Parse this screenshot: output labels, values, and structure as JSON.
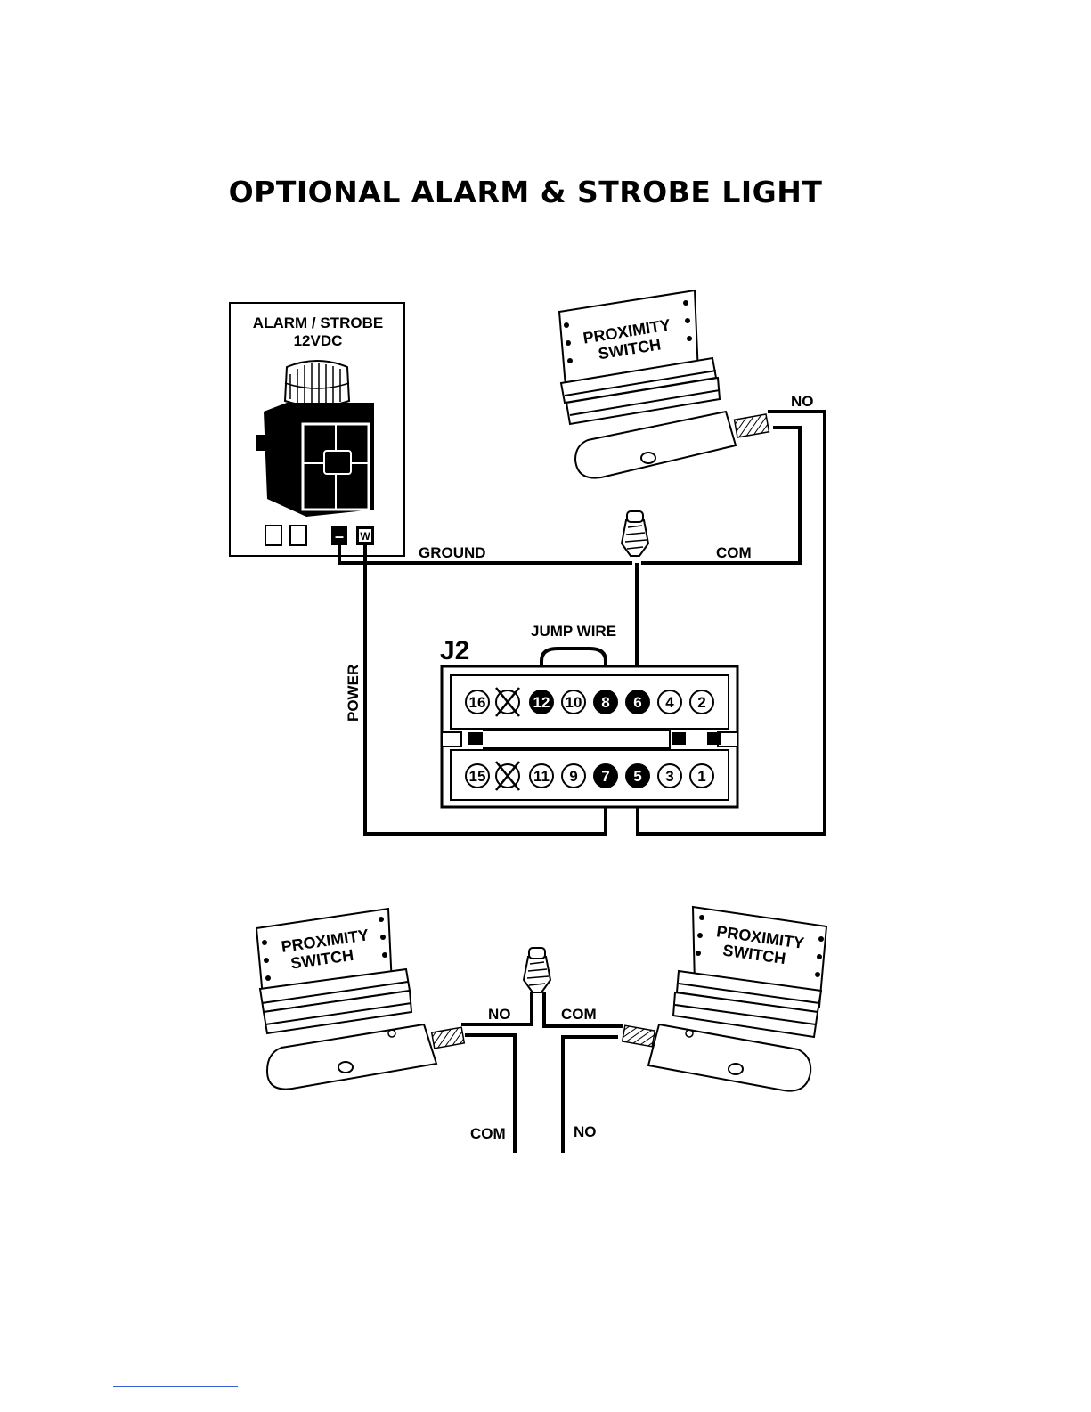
{
  "title": "OPTIONAL ALARM & STROBE LIGHT",
  "alarm_box": {
    "label_line1": "ALARM / STROBE",
    "label_line2": "12VDC",
    "terminal_neg": "–",
    "terminal_w": "W"
  },
  "proximity_switch": {
    "line1": "PROXIMITY",
    "line2": "SWITCH"
  },
  "wire_labels": {
    "ground": "GROUND",
    "com_top": "COM",
    "no_top": "NO",
    "power": "POWER",
    "jump_wire": "JUMP WIRE",
    "no_bottom_left": "NO",
    "com_bottom_right": "COM",
    "com_bottom_down": "COM",
    "no_bottom_down": "NO"
  },
  "connector": {
    "name": "J2",
    "top_pins": [
      "16",
      "X",
      "12",
      "10",
      "8",
      "6",
      "4",
      "2"
    ],
    "bottom_pins": [
      "15",
      "X",
      "11",
      "9",
      "7",
      "5",
      "3",
      "1"
    ],
    "filled_pins": [
      "12",
      "8",
      "6",
      "7",
      "5"
    ]
  }
}
